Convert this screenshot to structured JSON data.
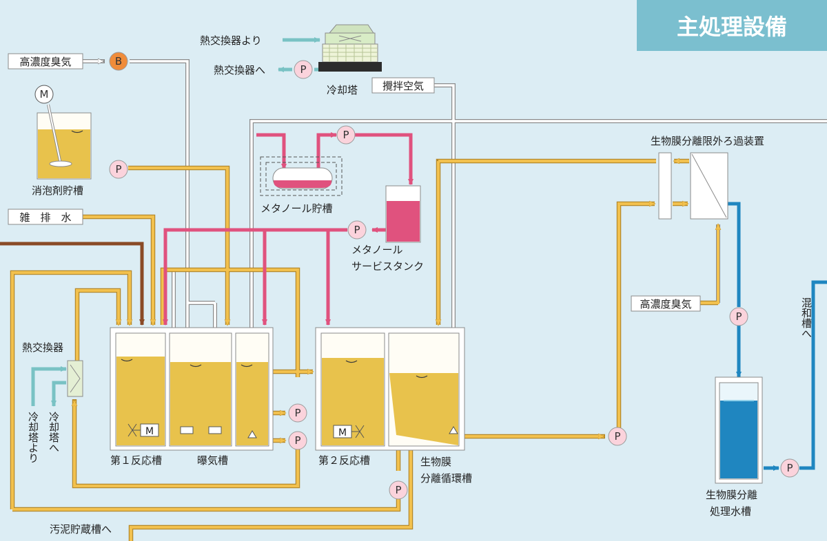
{
  "title": "主処理設備",
  "labels": {
    "heat_exchanger_from": "熱交換器より",
    "heat_exchanger_to": "熱交換器へ",
    "cooling_tower": "冷却塔",
    "high_conc_odor_top": "高濃度臭気",
    "high_conc_odor_right": "高濃度臭気",
    "stirring_air": "攪拌空気",
    "antifoam_tank": "消泡剤貯槽",
    "misc_drain": "雑　排　水",
    "methanol_storage": "メタノール貯槽",
    "methanol_service_1": "メタノール",
    "methanol_service_2": "サービスタンク",
    "heat_exchanger": "熱交換器",
    "from_cooling_tower": "冷却塔より",
    "to_cooling_tower": "冷却塔へ",
    "reactor_1": "第１反応槽",
    "aeration": "曝気槽",
    "reactor_2": "第２反応槽",
    "membrane_circ_1": "生物膜",
    "membrane_circ_2": "分離循環槽",
    "to_sludge": "汚泥貯蔵槽へ",
    "uf_device": "生物膜分離限外ろ過装置",
    "treated_tank_1": "生物膜分離",
    "treated_tank_2": "処理水槽",
    "to_mixing": "混和槽へ"
  },
  "symbols": {
    "pump": "P",
    "blower": "B",
    "motor": "M"
  },
  "colors": {
    "process_liquid": "#f2c14e",
    "methanol": "#e0527e",
    "cooling_water": "#79c2c4",
    "treated_water": "#1f86c0",
    "sludge_feed": "#8a4a26",
    "air": "#ffffff",
    "blower": "#f08c3a",
    "pump": "#fbd3dc",
    "title_bg": "#7bbfcf"
  }
}
